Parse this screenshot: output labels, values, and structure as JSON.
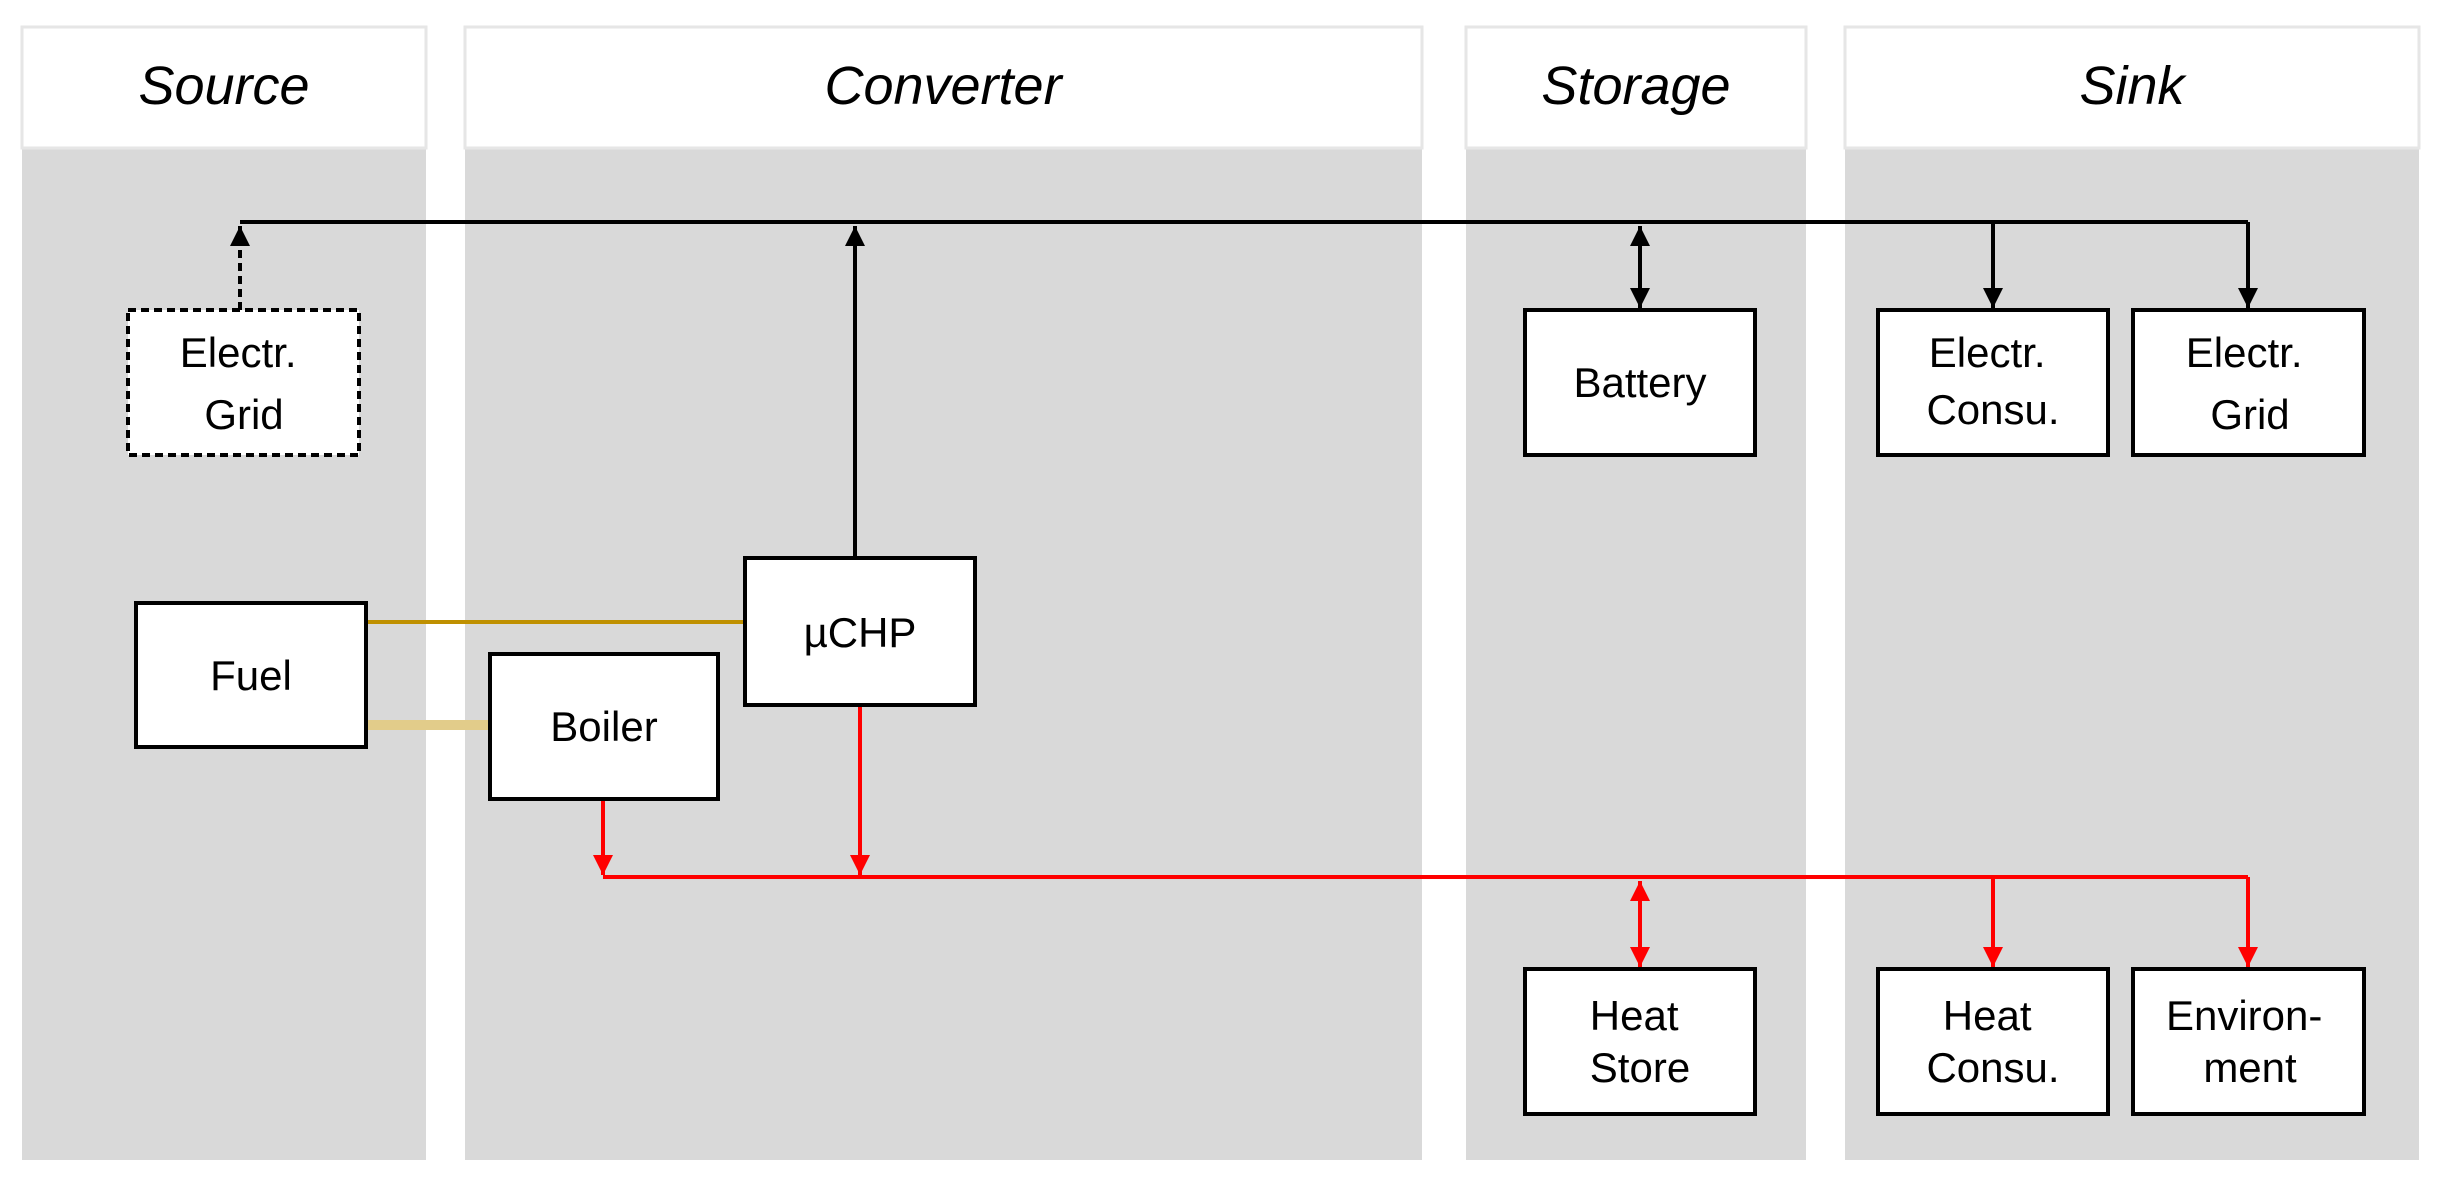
{
  "columns": {
    "source": "Source",
    "converter": "Converter",
    "storage": "Storage",
    "sink": "Sink"
  },
  "boxes": {
    "source_grid": [
      "Electr.",
      "Grid"
    ],
    "fuel": [
      "Fuel"
    ],
    "boiler": [
      "Boiler"
    ],
    "uchp": [
      "µCHP"
    ],
    "battery": [
      "Battery"
    ],
    "heat_store": [
      "Heat",
      "Store"
    ],
    "electr_consu": [
      "Electr.",
      "Consu."
    ],
    "sink_grid": [
      "Electr.",
      "Grid"
    ],
    "heat_consu": [
      "Heat",
      "Consu."
    ],
    "environment": [
      "Environ-",
      "ment"
    ]
  },
  "colors": {
    "background": "#ffffff",
    "column_fill": "#d9d9d9",
    "electric_bus": "#000000",
    "heat_bus": "#ff0000",
    "fuel_line": "#bf9000",
    "fuel_line_faded": "#e2cc8a"
  }
}
